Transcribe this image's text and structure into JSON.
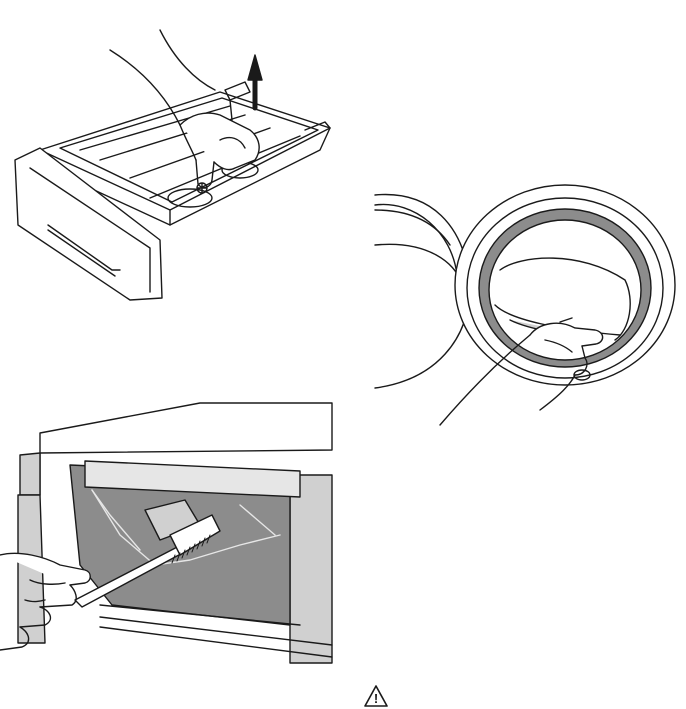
{
  "page": {
    "background": "#ffffff",
    "line_color": "#1a1a1a",
    "shade_color": "#8c8c8c",
    "light_shade_color": "#d0d0d0"
  },
  "figures": [
    {
      "name": "drawer-removal-illustration",
      "icon": "hand-pressing-release-lever-icon"
    },
    {
      "name": "door-seal-cleaning-illustration",
      "icon": "hand-cleaning-door-seal-icon"
    },
    {
      "name": "drawer-recess-brushing-illustration",
      "icon": "toothbrush-cleaning-icon"
    }
  ],
  "warning": {
    "icon": "warning-triangle-icon",
    "symbol": "!"
  }
}
